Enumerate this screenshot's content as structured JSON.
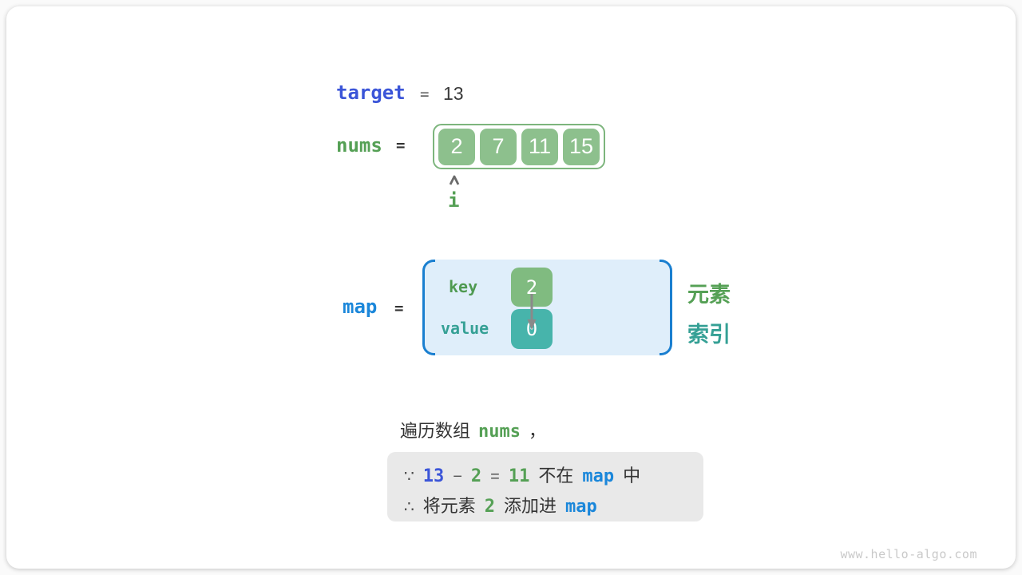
{
  "colors": {
    "royal_blue": "#3b55d8",
    "bright_blue": "#1b87da",
    "green": "#55a055",
    "teal": "#35a095",
    "array_cell_green": "#8dc08d",
    "key_box_green": "#80bb80",
    "value_box_teal": "#47b4ab",
    "map_fill_blue": "#dfeefa",
    "map_bracket_blue": "#1a7fd0",
    "note_box_gray": "#e9e9e9"
  },
  "target": {
    "label": "target",
    "equals": "=",
    "value": "13"
  },
  "nums": {
    "label": "nums",
    "equals": "=",
    "values": [
      "2",
      "7",
      "11",
      "15"
    ],
    "index_pointer": "i"
  },
  "map": {
    "label": "map",
    "equals": "=",
    "key_label": "key",
    "value_label": "value",
    "entry": {
      "key": "2",
      "value": "0"
    },
    "legend": {
      "element": "元素",
      "index": "索引"
    }
  },
  "caption": {
    "text_before": "遍历数组",
    "code": "nums",
    "text_after": "，"
  },
  "note": {
    "line1": {
      "because_symbol": "∵",
      "target_value": "13",
      "minus": "−",
      "element_value": "2",
      "equals": "=",
      "difference": "11",
      "text_not_in": "不在",
      "map_code": "map",
      "text_suffix": "中"
    },
    "line2": {
      "therefore_symbol": "∴",
      "text_prefix": "将元素",
      "element_value": "2",
      "text_middle": "添加进",
      "map_code": "map"
    }
  },
  "footer": {
    "site": "www.hello-algo.com"
  }
}
